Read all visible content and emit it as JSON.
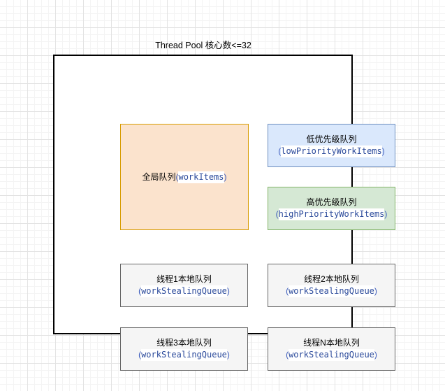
{
  "diagram": {
    "title": "Thread Pool 核心数<=32",
    "global_queue": {
      "label": "全局队列",
      "open_paren": "(",
      "code": "workItems",
      "close_paren": ")"
    },
    "low_priority_queue": {
      "label": "低优先级队列",
      "open_paren": "(",
      "code": "lowPriorityWorkItems",
      "close_paren": ")"
    },
    "high_priority_queue": {
      "label": "高优先级队列",
      "open_paren": "(",
      "code": "highPriorityWorkItems",
      "close_paren": ")"
    },
    "local_queues": [
      {
        "label": "线程1本地队列",
        "open_paren": "(",
        "code": "workStealingQueue",
        "close_paren": ")"
      },
      {
        "label": "线程2本地队列",
        "open_paren": "(",
        "code": "workStealingQueue",
        "close_paren": ")"
      },
      {
        "label": "线程3本地队列",
        "open_paren": "(",
        "code": "workStealingQueue",
        "close_paren": ")"
      },
      {
        "label": "线程N本地队列",
        "open_paren": "(",
        "code": "workStealingQueue",
        "close_paren": ")"
      }
    ],
    "colors": {
      "global_queue_fill": "#fbe3cd",
      "global_queue_border": "#d79b00",
      "low_priority_fill": "#dae8fc",
      "low_priority_border": "#6c8ebf",
      "high_priority_fill": "#d5e8d4",
      "high_priority_border": "#82b366",
      "local_queue_fill": "#f5f5f5",
      "local_queue_border": "#666666",
      "container_border": "#000000",
      "code_text": "#2b4a9b"
    }
  }
}
